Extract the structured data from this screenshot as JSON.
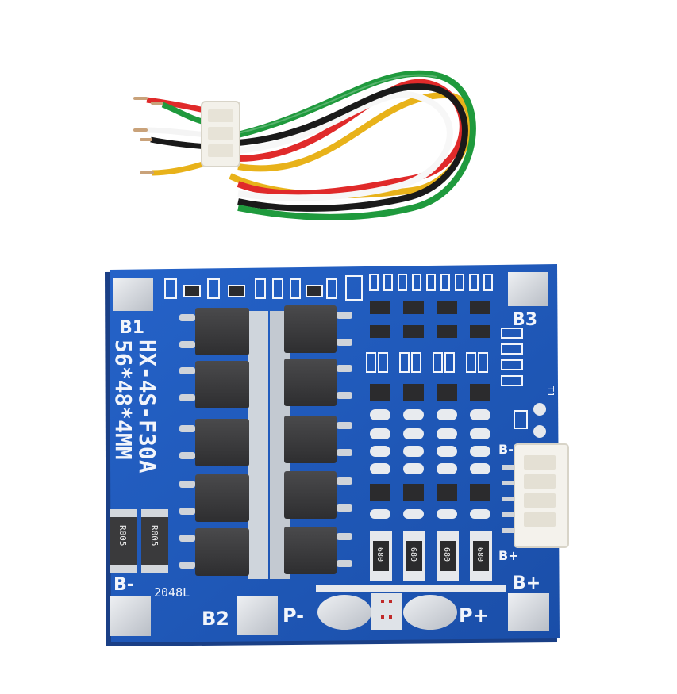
{
  "board": {
    "model_text": "HX-4S-F30A",
    "size_text": "56*48*4MM",
    "date_code": "2048L",
    "pad_b1": "B1",
    "pad_b2": "B2",
    "pad_b3": "B3",
    "pad_bminus": "B-",
    "pad_bplus": "B+",
    "pad_pminus": "P-",
    "pad_pplus": "P+",
    "conn_label_bminus": "B-",
    "conn_label_bplus": "B+",
    "thermistor_label": "T1",
    "shunt_1": "R005",
    "shunt_2": "R005",
    "balance_res_1": "680",
    "balance_res_2": "680",
    "balance_res_3": "680",
    "balance_res_4": "680",
    "colors": {
      "pcb": "#1e56b8",
      "pcb_dark": "#163f8f",
      "silkscreen": "#f2f5fb",
      "pad": "#d9dde3",
      "mosfet": "#3b3b3d"
    }
  },
  "cable": {
    "wire_colors": [
      "#e8b21a",
      "#e02a2a",
      "#ffffff",
      "#1a1a1a",
      "#1f9a3d"
    ]
  }
}
